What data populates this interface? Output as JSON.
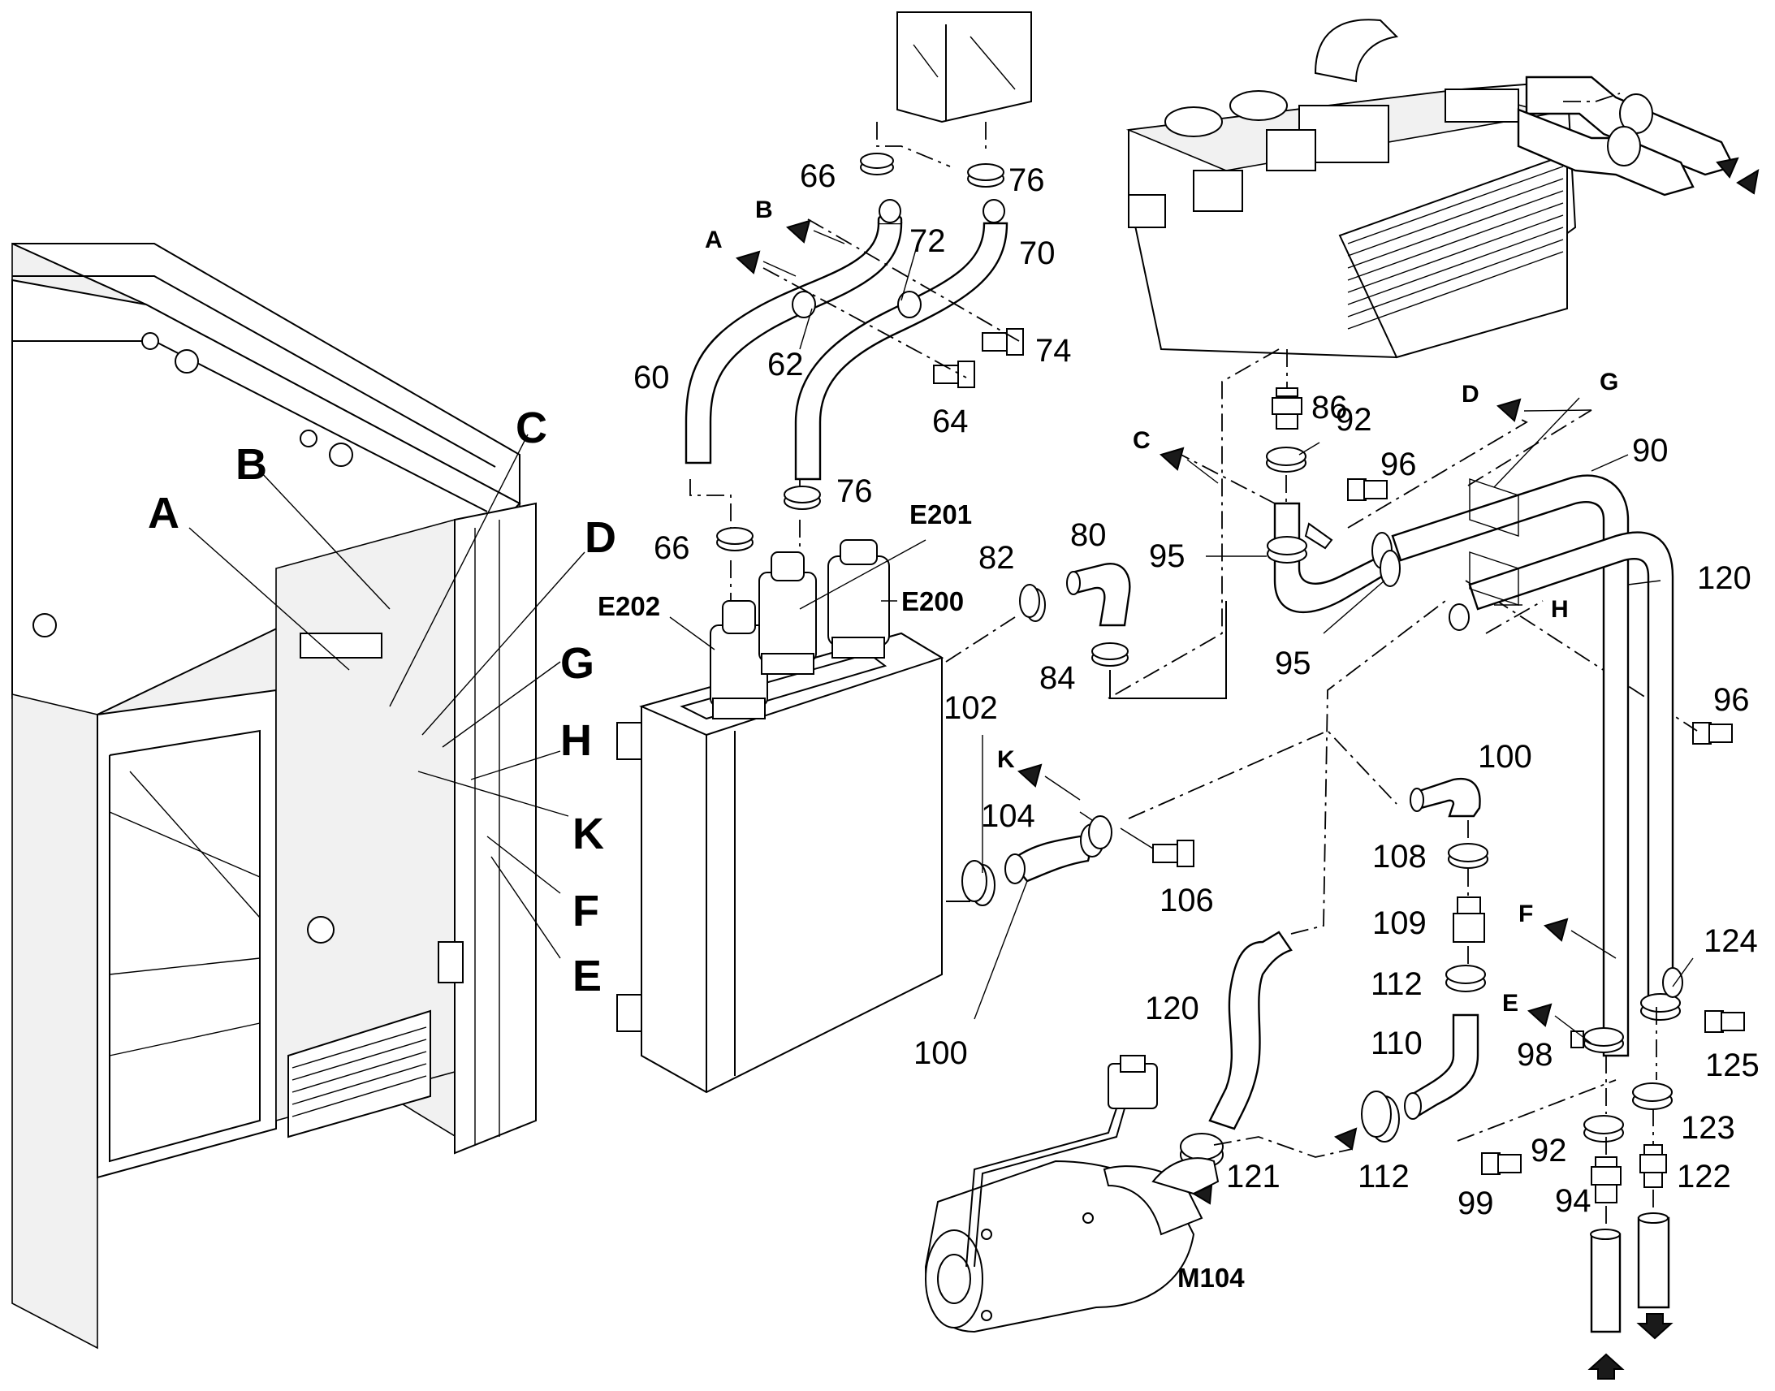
{
  "callouts": {
    "n60": "60",
    "n62": "62",
    "n64": "64",
    "n66a": "66",
    "n66b": "66",
    "n70": "70",
    "n72": "72",
    "n74": "74",
    "n76a": "76",
    "n76b": "76",
    "n80": "80",
    "n82": "82",
    "n84": "84",
    "n86": "86",
    "n90": "90",
    "n92a": "92",
    "n92b": "92",
    "n94": "94",
    "n95a": "95",
    "n95b": "95",
    "n96a": "96",
    "n96b": "96",
    "n98": "98",
    "n99": "99",
    "n100a": "100",
    "n100b": "100",
    "n102": "102",
    "n104": "104",
    "n106": "106",
    "n108": "108",
    "n109": "109",
    "n110": "110",
    "n112a": "112",
    "n112b": "112",
    "n120a": "120",
    "n120b": "120",
    "n121": "121",
    "n122": "122",
    "n123": "123",
    "n124": "124",
    "n125": "125"
  },
  "cabinet_letters": {
    "A": "A",
    "B": "B",
    "C": "C",
    "D": "D",
    "G": "G",
    "H": "H",
    "K": "K",
    "F": "F",
    "E": "E"
  },
  "flow_letters": {
    "A": "A",
    "B": "B",
    "C": "C",
    "D": "D",
    "G": "G",
    "H": "H",
    "K": "K",
    "F": "F",
    "E": "E"
  },
  "components": {
    "e200": "E200",
    "e201": "E201",
    "e202": "E202",
    "m104": "M104"
  }
}
